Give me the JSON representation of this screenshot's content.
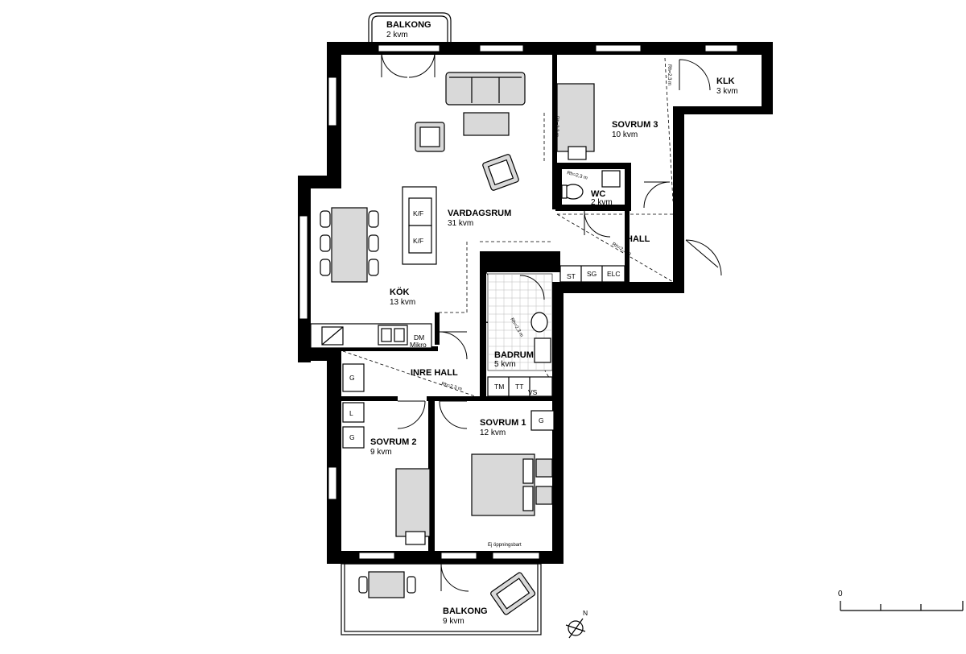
{
  "rooms": {
    "balkong_top": {
      "name": "BALKONG",
      "area": "2 kvm"
    },
    "klk": {
      "name": "KLK",
      "area": "3 kvm"
    },
    "sovrum3": {
      "name": "SOVRUM 3",
      "area": "10 kvm"
    },
    "wc": {
      "name": "WC",
      "area": "2 kvm"
    },
    "vardagsrum": {
      "name": "VARDAGSRUM",
      "area": "31 kvm"
    },
    "hall": {
      "name": "HALL",
      "area": ""
    },
    "kok": {
      "name": "KÖK",
      "area": "13 kvm"
    },
    "badrum": {
      "name": "BADRUM",
      "area": "5 kvm"
    },
    "inre_hall": {
      "name": "INRE HALL",
      "area": ""
    },
    "sovrum1": {
      "name": "SOVRUM 1",
      "area": "12 kvm"
    },
    "sovrum2": {
      "name": "SOVRUM 2",
      "area": "9 kvm"
    },
    "balkong_bottom": {
      "name": "BALKONG",
      "area": "9 kvm"
    }
  },
  "fixtures": {
    "kf": "K/F",
    "dm": "DM",
    "mikro": "Mikro",
    "st": "ST",
    "sg": "SG",
    "elc": "ELC",
    "g": "G",
    "l": "L",
    "tm": "TM",
    "tt": "TT",
    "vs": "VS"
  },
  "notes": {
    "height": "Rh=2,3 m",
    "not_openable": "Ej öppningsbart"
  },
  "scale": {
    "zero": "0"
  },
  "compass": {
    "north": "N"
  }
}
